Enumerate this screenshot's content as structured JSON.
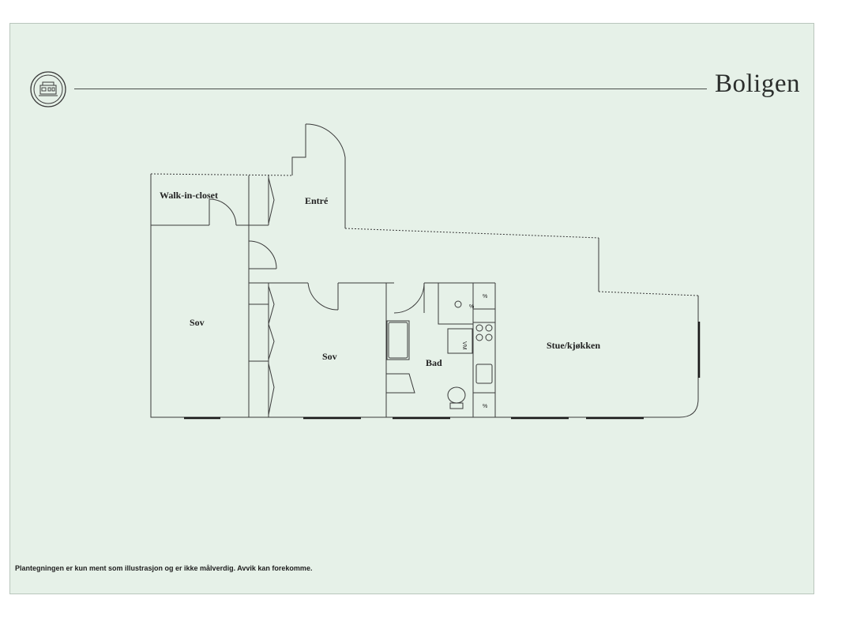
{
  "header": {
    "title": "Boligen",
    "logo_icon": "house-emblem-icon"
  },
  "rooms": {
    "walk_in_closet": "Walk-in-closet",
    "entre": "Entré",
    "sov_1": "Sov",
    "sov_2": "Sov",
    "bad": "Bad",
    "stue_kjokken": "Stue/kjøkken"
  },
  "fixtures": {
    "vm": "VM",
    "vent_1": "%",
    "vent_2": "%",
    "vent_3": "%"
  },
  "footer": {
    "disclaimer": "Plantegningen er kun ment som illustrasjon og er ikke målverdig. Avvik kan forekomme."
  },
  "colors": {
    "background": "#e6f1e8",
    "wall": "#3a3a3a",
    "window": "#1a1a1a"
  }
}
